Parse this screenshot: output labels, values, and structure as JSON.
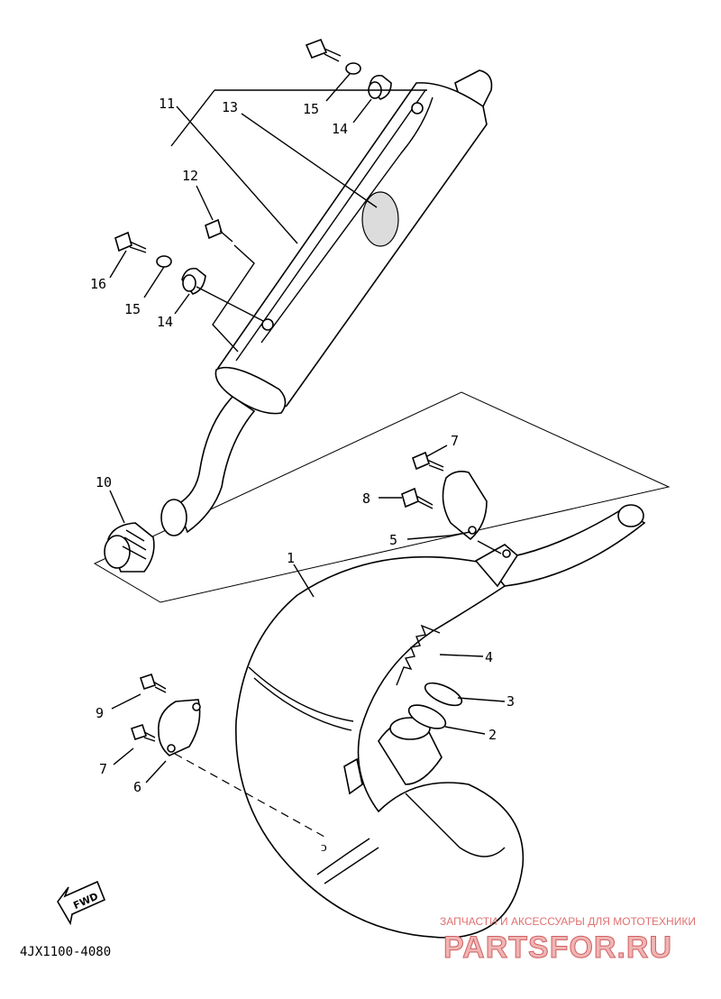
{
  "diagram": {
    "drawing_number": "4JX1100-4080",
    "fwd_label": "FWD",
    "parts": [
      {
        "id": "p1",
        "label": "1"
      },
      {
        "id": "p2",
        "label": "2"
      },
      {
        "id": "p3",
        "label": "3"
      },
      {
        "id": "p4",
        "label": "4"
      },
      {
        "id": "p5",
        "label": "5"
      },
      {
        "id": "p6",
        "label": "6"
      },
      {
        "id": "p7a",
        "label": "7"
      },
      {
        "id": "p7b",
        "label": "7"
      },
      {
        "id": "p8",
        "label": "8"
      },
      {
        "id": "p9",
        "label": "9"
      },
      {
        "id": "p10",
        "label": "10"
      },
      {
        "id": "p11",
        "label": "11"
      },
      {
        "id": "p12",
        "label": "12"
      },
      {
        "id": "p13",
        "label": "13"
      },
      {
        "id": "p14a",
        "label": "14"
      },
      {
        "id": "p14b",
        "label": "14"
      },
      {
        "id": "p15a",
        "label": "15"
      },
      {
        "id": "p15b",
        "label": "15"
      },
      {
        "id": "p16",
        "label": "16"
      }
    ]
  },
  "watermark": {
    "line1": "ЗАПЧАСТИ И АКСЕССУАРЫ ДЛЯ МОТОТЕХНИКИ",
    "line2": "PARTSFOR.RU"
  }
}
